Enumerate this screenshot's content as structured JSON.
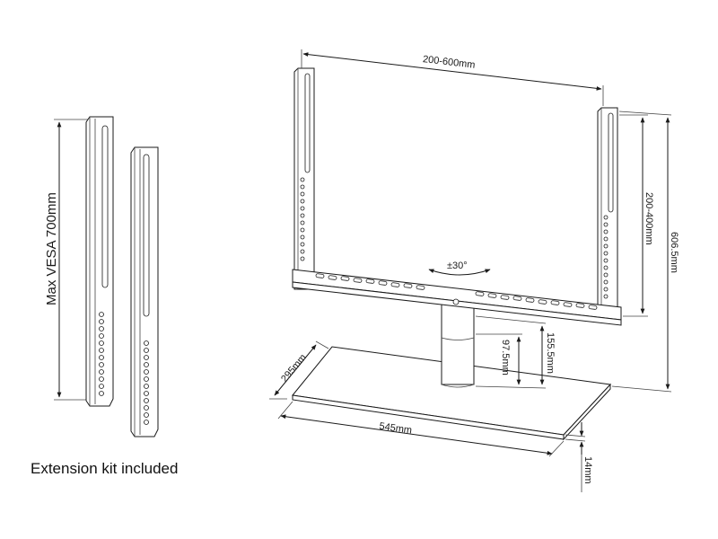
{
  "labels": {
    "extension_max": "Max VESA 700mm",
    "width_range": "200-600mm",
    "height_range": "200-400mm",
    "total_height": "606.5mm",
    "rotation": "±30°",
    "column_low": "97.5mm",
    "column_high": "155.5mm",
    "base_depth": "295mm",
    "base_width": "545mm",
    "base_thickness": "14mm"
  },
  "caption": "Extension kit included",
  "colors": {
    "line": "#1a1a1a",
    "background": "#ffffff"
  }
}
